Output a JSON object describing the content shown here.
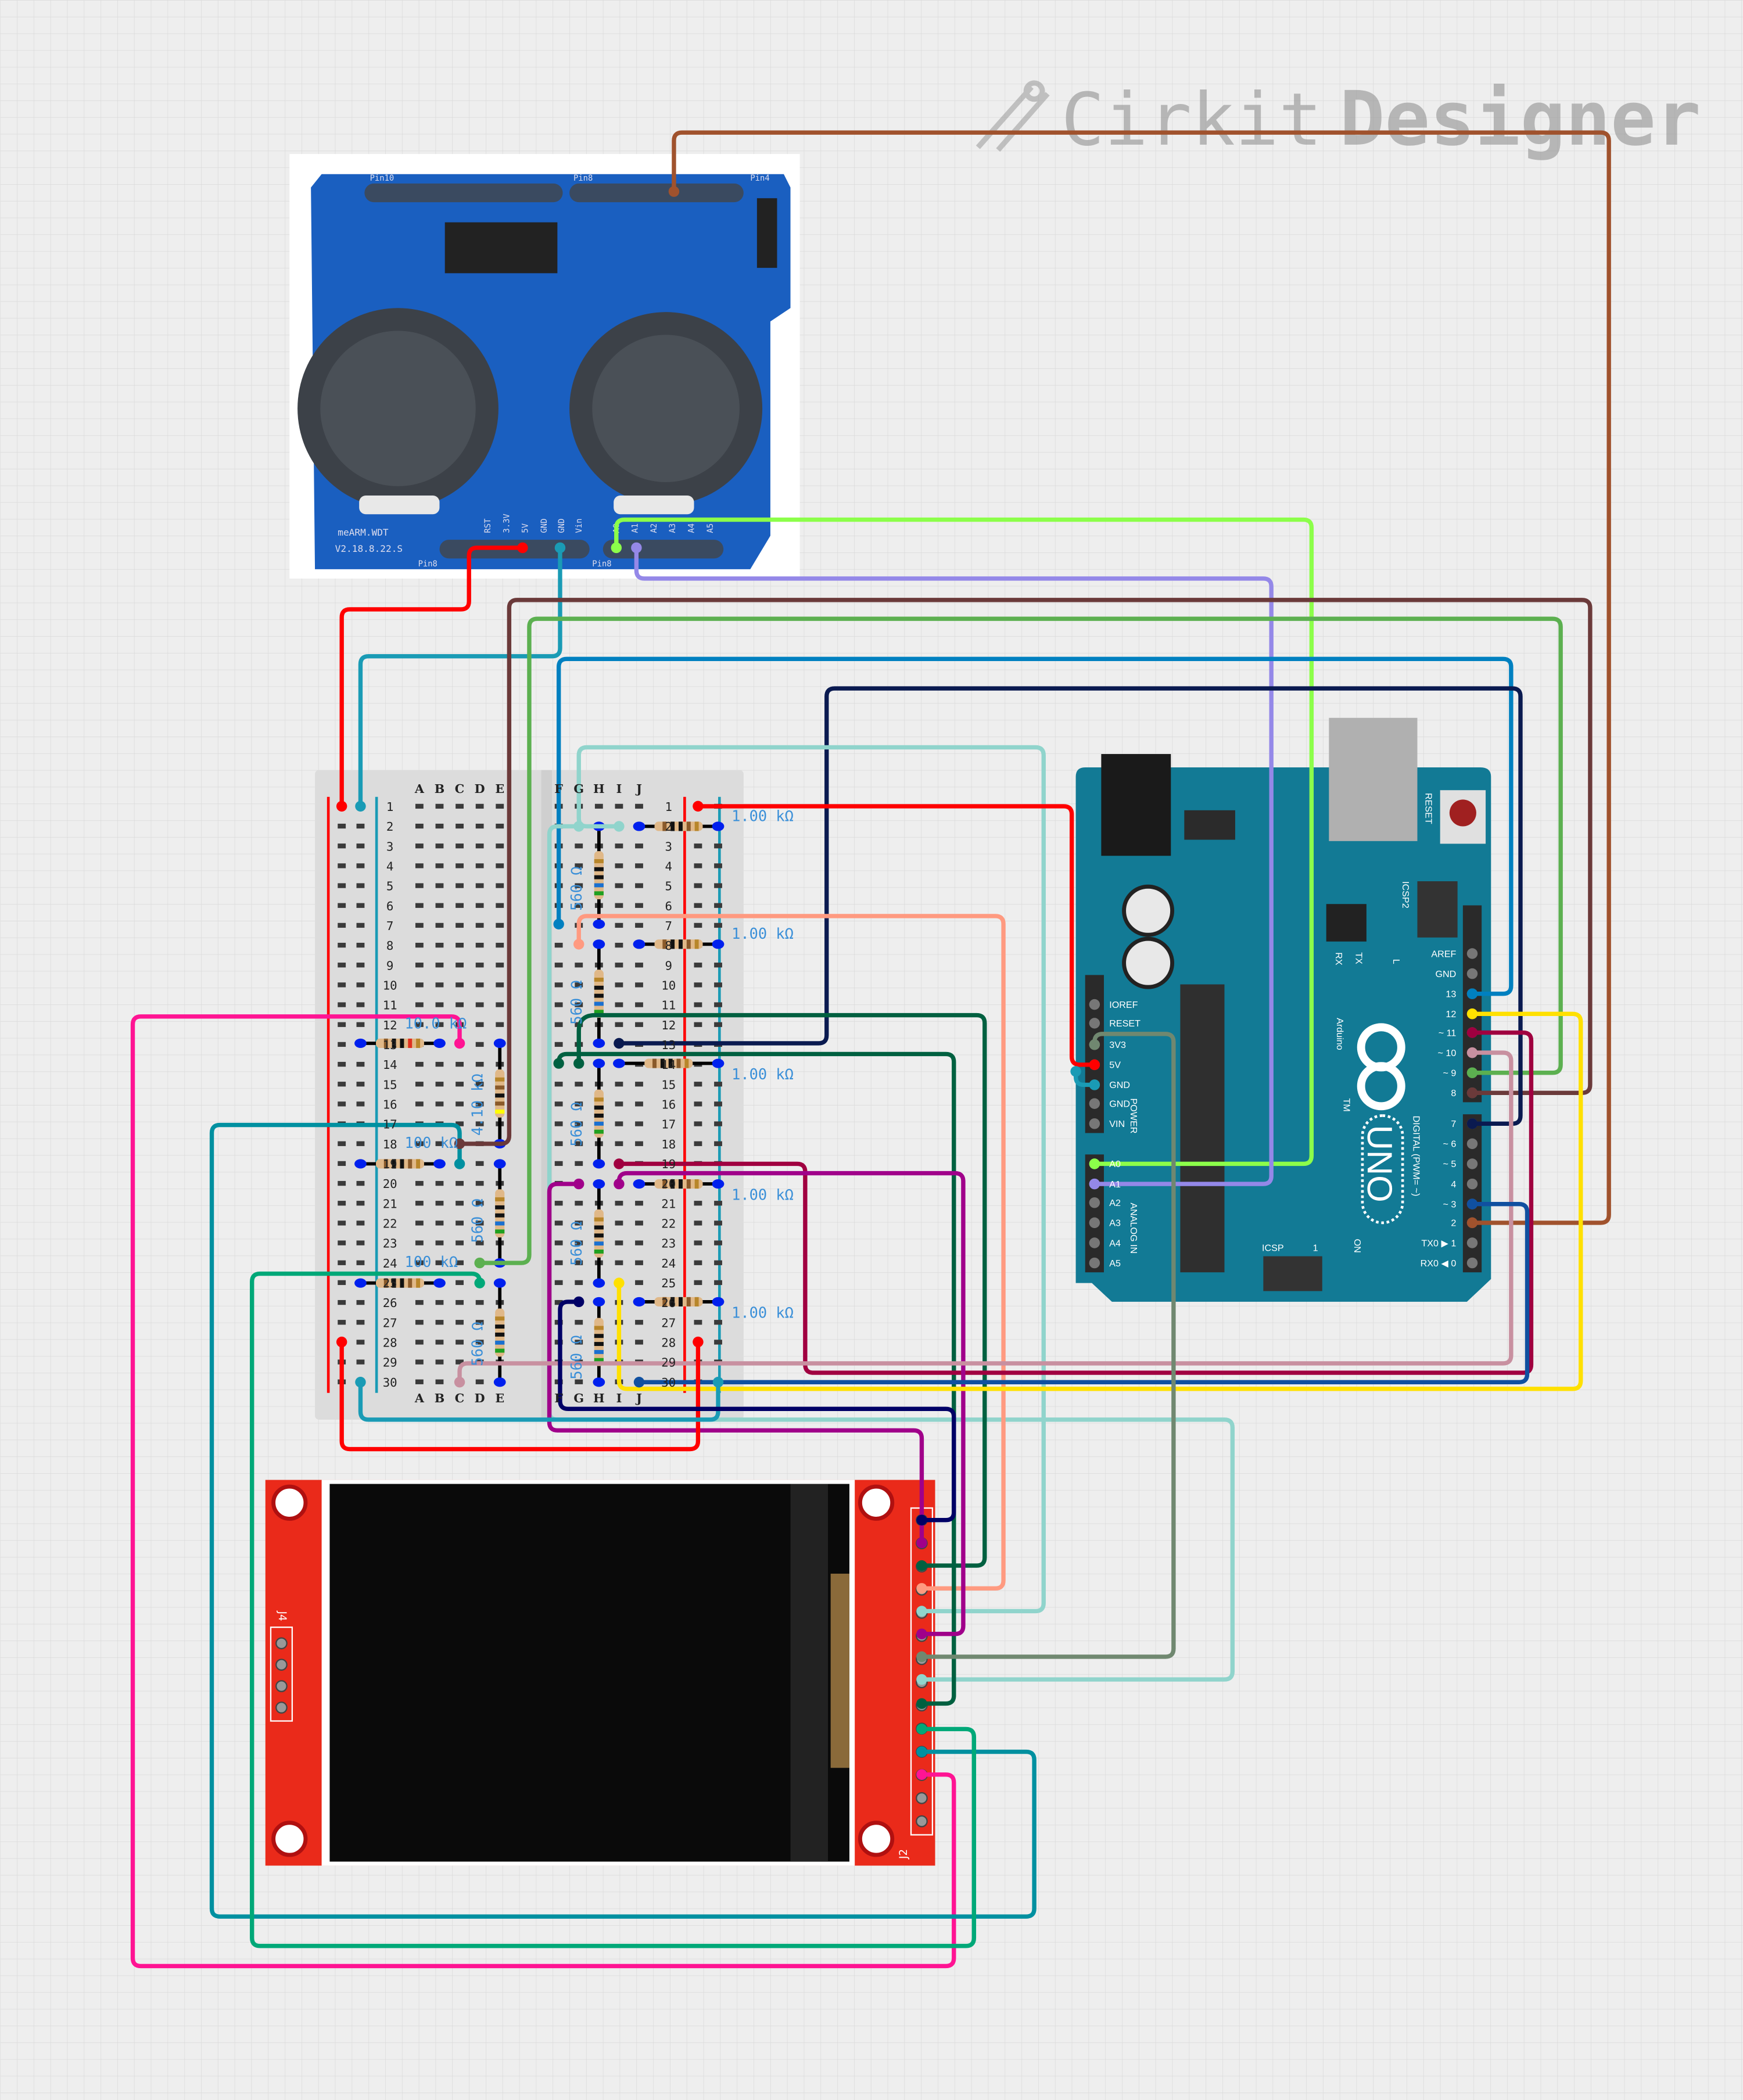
{
  "logo": {
    "brand": "Cirkit",
    "product": "Designer"
  },
  "joystick_shield": {
    "model": "meARM.WDT",
    "version": "V2.18.8.22.S",
    "pin_labels_bottom": [
      "RST",
      "3.3V",
      "5V",
      "GND",
      "GND",
      "Vin",
      "A0",
      "A1",
      "A2",
      "A3",
      "A4",
      "A5"
    ],
    "header_labels": [
      "Pin8",
      "Pin8",
      "Pin10",
      "Pin8",
      "Pin4"
    ]
  },
  "breadboard": {
    "left_columns": [
      "A",
      "B",
      "C",
      "D",
      "E"
    ],
    "right_columns": [
      "F",
      "G",
      "H",
      "I",
      "J"
    ],
    "rows": [
      "1",
      "2",
      "3",
      "4",
      "5",
      "6",
      "7",
      "8",
      "9",
      "10",
      "11",
      "12",
      "13",
      "14",
      "15",
      "16",
      "17",
      "18",
      "19",
      "20",
      "21",
      "22",
      "23",
      "24",
      "25",
      "26",
      "27",
      "28",
      "29",
      "30"
    ]
  },
  "resistors": [
    {
      "label": "10.0 kΩ"
    },
    {
      "label": "100 kΩ"
    },
    {
      "label": "100 kΩ"
    },
    {
      "label": "4.10 kΩ"
    },
    {
      "label": "560 Ω"
    },
    {
      "label": "560 Ω"
    },
    {
      "label": "1.00 kΩ"
    },
    {
      "label": "1.00 kΩ"
    },
    {
      "label": "1.00 kΩ"
    },
    {
      "label": "1.00 kΩ"
    },
    {
      "label": "1.00 kΩ"
    },
    {
      "label": "560 Ω"
    },
    {
      "label": "560 Ω"
    },
    {
      "label": "560 Ω"
    },
    {
      "label": "560 Ω"
    },
    {
      "label": "560 Ω"
    }
  ],
  "arduino": {
    "brand": "Arduino",
    "model": "UNO",
    "tm": "TM",
    "reset_label": "RESET",
    "icsp2": "ICSP2",
    "icsp": "ICSP",
    "icsp_pin1": "1",
    "on_label": "ON",
    "rx": "RX",
    "tx": "TX",
    "l": "L",
    "power_group": "POWER",
    "analog_group": "ANALOG IN",
    "digital_group": "DIGITAL (PWM= ~)",
    "power_pins": [
      "IOREF",
      "RESET",
      "3V3",
      "5V",
      "GND",
      "GND",
      "VIN"
    ],
    "analog_pins": [
      "A0",
      "A1",
      "A2",
      "A3",
      "A4",
      "A5"
    ],
    "digital_pins_top": [
      "AREF",
      "GND",
      "13",
      "12",
      "~ 11",
      "~ 10",
      "~ 9",
      "8"
    ],
    "digital_pins_bottom": [
      "7",
      "~ 6",
      "~ 5",
      "4",
      "~ 3",
      "2",
      "TX0 ▶ 1",
      "RX0 ◀ 0"
    ]
  },
  "tft": {
    "header_right": "J2",
    "header_left": "J4",
    "pin_count": 14
  },
  "wires": [
    {
      "name": "d2-link",
      "color": "#a0522d"
    },
    {
      "name": "shield-5v",
      "color": "#ff0000"
    },
    {
      "name": "shield-gnd",
      "color": "#1a9bb5"
    },
    {
      "name": "shield-a0",
      "color": "#8cff4a"
    },
    {
      "name": "shield-a1",
      "color": "#9488e8"
    },
    {
      "name": "pin8",
      "color": "#6b3a3a"
    },
    {
      "name": "pin9",
      "color": "#5cb050"
    },
    {
      "name": "pin13",
      "color": "#0080c0"
    },
    {
      "name": "pin7",
      "color": "#0a1a50"
    },
    {
      "name": "tft-lightteal",
      "color": "#90d4cc"
    },
    {
      "name": "tft-salmon",
      "color": "#ff9a80"
    },
    {
      "name": "tft-darkgreen",
      "color": "#006040"
    },
    {
      "name": "pin11",
      "color": "#a00040"
    },
    {
      "name": "tft-purple",
      "color": "#a0008a"
    },
    {
      "name": "pin12",
      "color": "#ffe000"
    },
    {
      "name": "pin10",
      "color": "#c890a0"
    },
    {
      "name": "pin3",
      "color": "#1050a0"
    },
    {
      "name": "5v-rail",
      "color": "#ff0000"
    },
    {
      "name": "gnd-rail",
      "color": "#1a9bb5"
    },
    {
      "name": "3v3",
      "color": "#708870"
    },
    {
      "name": "tft-magenta",
      "color": "#ff1493"
    },
    {
      "name": "tft-teal",
      "color": "#0090a0"
    },
    {
      "name": "tft-seagreen",
      "color": "#00a878"
    },
    {
      "name": "tft-navy",
      "color": "#000066"
    }
  ]
}
